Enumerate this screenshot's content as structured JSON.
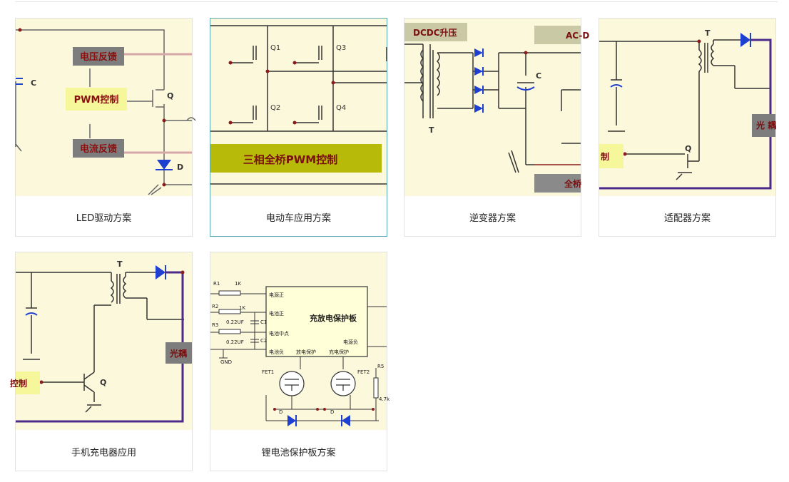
{
  "cards": [
    {
      "caption": "LED驱动方案",
      "labels": {
        "voltage_fb": "电压反馈",
        "pwm": "PWM控制",
        "current_fb": "电流反馈",
        "cap": "C",
        "q": "Q",
        "d": "D"
      }
    },
    {
      "caption": "电动车应用方案",
      "labels": {
        "q1": "Q1",
        "q2": "Q2",
        "q3": "Q3",
        "q4": "Q4",
        "banner": "三相全桥PWM控制"
      }
    },
    {
      "caption": "逆变器方案",
      "labels": {
        "dcdc": "DCDC升压",
        "acdc": "AC-D",
        "cap": "C",
        "t": "T",
        "full": "全桥"
      }
    },
    {
      "caption": "适配器方案",
      "labels": {
        "t": "T",
        "opto": "光 耦",
        "ctrl": "制",
        "q": "Q"
      }
    },
    {
      "caption": "手机充电器应用",
      "labels": {
        "t": "T",
        "opto": "光耦",
        "ctrl": "控制",
        "q": "Q"
      }
    },
    {
      "caption": "锂电池保护板方案",
      "labels": {
        "title": "充放电保护板",
        "pwr_pos": "电源正",
        "bat_pos": "电池正",
        "bat_mid": "电池中点",
        "pwr_neg": "电源负",
        "bat_neg": "电池负",
        "dis_prot": "放电保护",
        "chg_prot": "充电保护",
        "r1": "R1",
        "r2": "R2",
        "r3": "R3",
        "r5": "R5",
        "k1a": "1K",
        "k1b": "1K",
        "c022a": "0.22UF",
        "c022b": "0.22UF",
        "c1": "C1",
        "c2": "C2",
        "gnd": "GND",
        "fet1": "FET1",
        "fet2": "FET2",
        "d1": "D",
        "d2": "D",
        "r47": "4.7k"
      }
    }
  ]
}
